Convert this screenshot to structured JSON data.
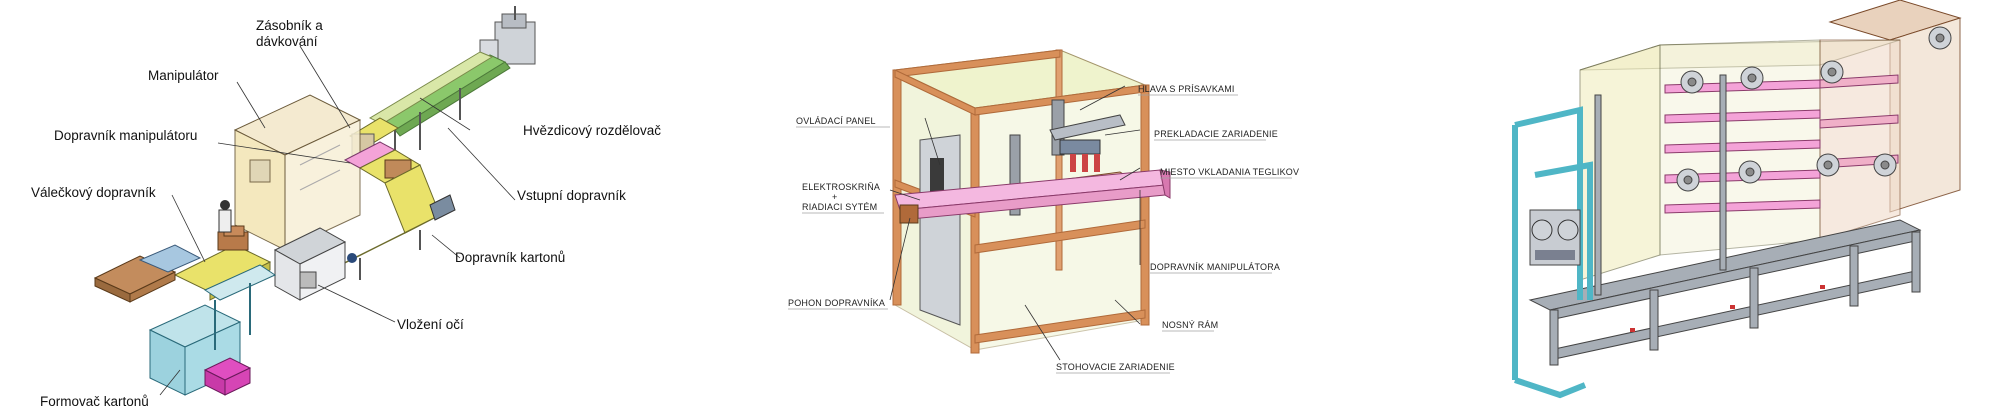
{
  "panel_a": {
    "labels": {
      "zasobnik_line1": "Zásobník a",
      "zasobnik_line2": "dávkování",
      "manipulator": "Manipulátor",
      "dopravnik_manipulatoru": "Dopravník manipulátoru",
      "hvezdicovy": "Hvězdicový rozdělovač",
      "valeckovy": "Válečkový dopravník",
      "vstupni": "Vstupní dopravník",
      "dopravnik_kartonu": "Dopravník kartonů",
      "vlozeni_oci": "Vložení očí",
      "formovac": "Formovač kartonů"
    }
  },
  "panel_b": {
    "labels": {
      "hlava": "HLAVA S PRÍSAVKAMI",
      "ovladaci": "OVLÁDACÍ PANEL",
      "prekladacie": "PREKLADACIE ZARIADENIE",
      "miesto": "MIESTO VKLADANIA TEGLIKOV",
      "elektro_line1": "ELEKTROSKRIŇA",
      "elektro_line2": "+",
      "elektro_line3": "RIADIACI SYTÉM",
      "dopravnik": "DOPRAVNÍK MANIPULÁTORA",
      "pohon": "POHON DOPRAVNÍKA",
      "nosny": "NOSNÝ RÁM",
      "stohovacie": "STOHOVACIE ZARIADENIE"
    }
  },
  "colors": {
    "conveyor_green": "#8bc86b",
    "conveyor_yellow": "#e9e26a",
    "guard_glass": "#f3e6b8",
    "pink": "#f4a3d8",
    "cyan_frame": "#4fb6c6",
    "copper_frame": "#d8905a",
    "steel": "#a7aeb6"
  }
}
